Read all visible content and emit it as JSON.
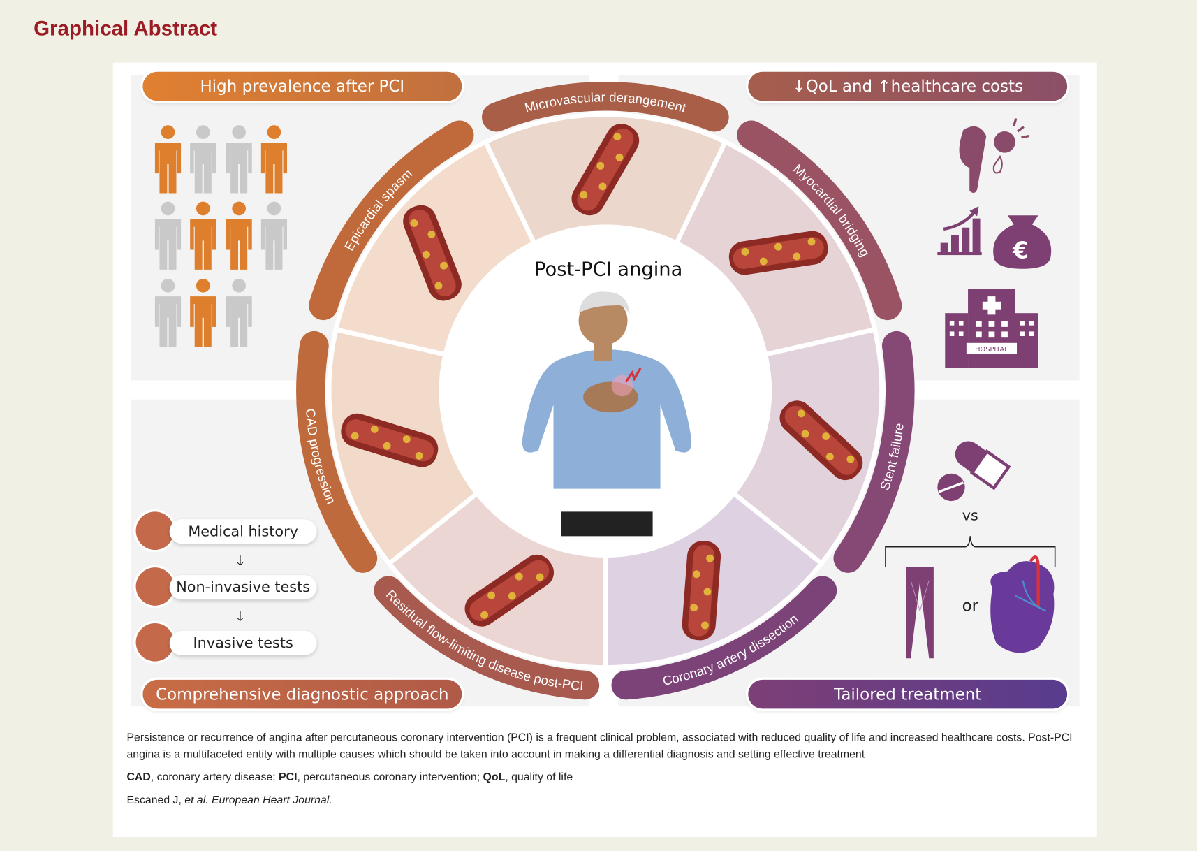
{
  "title": "Graphical Abstract",
  "center_label": "Post-PCI angina",
  "pills": {
    "top_left": "High prevalence after PCI",
    "top_right": "↓QoL and ↑healthcare costs",
    "bottom_left": "Comprehensive diagnostic approach",
    "bottom_right": "Tailored treatment"
  },
  "segments": [
    {
      "label": "Microvascular derangement",
      "color": "#a95e48",
      "fill": "#ecd7cd"
    },
    {
      "label": "Myocardial bridging",
      "color": "#995362",
      "fill": "#e6d3d5"
    },
    {
      "label": "Stent failure",
      "color": "#864874",
      "fill": "#e2d2dc"
    },
    {
      "label": "Coronary artery dissection",
      "color": "#7c4378",
      "fill": "#ddd1e2"
    },
    {
      "label": "Residual flow-limiting disease post-PCI",
      "color": "#a85a4f",
      "fill": "#ecd6d4"
    },
    {
      "label": "CAD progression",
      "color": "#bf6a3c",
      "fill": "#f2dacb"
    },
    {
      "label": "Epicardial spasm",
      "color": "#c0693a",
      "fill": "#f3dccc"
    }
  ],
  "prevalence_people": [
    "affected",
    "unaffected",
    "unaffected",
    "affected",
    "unaffected",
    "affected",
    "affected",
    "unaffected",
    "unaffected",
    "affected",
    "unaffected"
  ],
  "colors": {
    "affected": "#dd7f2c",
    "unaffected": "#c9c9c9",
    "purple": "#7e3f73",
    "title": "#9b1c24"
  },
  "diagnostic_steps": [
    "Medical history",
    "Non-invasive tests",
    "Invasive tests"
  ],
  "treatment": {
    "vs": "vs",
    "or": "or"
  },
  "hospital_sign": "HOSPITAL",
  "currency": "€",
  "caption": {
    "text": "Persistence or recurrence of angina after percutaneous coronary intervention (PCI) is a frequent clinical problem, associated with reduced quality of life and increased healthcare costs. Post-PCI angina is a multifaceted entity with multiple causes which should be taken into account in making a differential diagnosis and setting effective treatment",
    "abbr": [
      {
        "term": "CAD",
        "def": ", coronary artery disease; "
      },
      {
        "term": "PCI",
        "def": ", percutaneous coronary intervention; "
      },
      {
        "term": "QoL",
        "def": ", quality of life"
      }
    ],
    "citation_author": "Escaned J, ",
    "citation_etal": "et al. European Heart Journal."
  }
}
